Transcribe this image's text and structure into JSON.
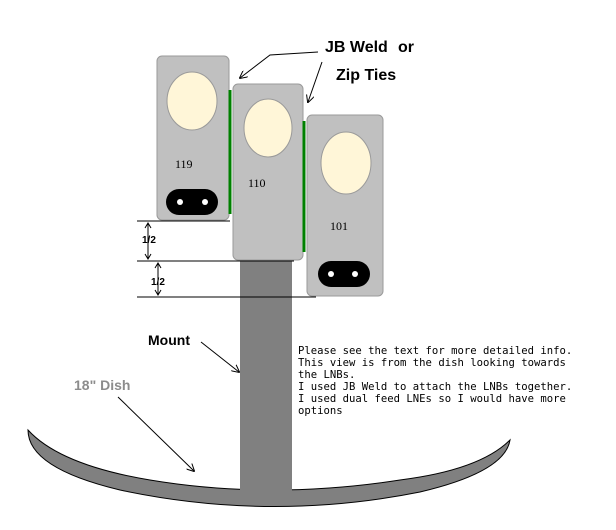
{
  "labels": {
    "jb_weld": "JB Weld",
    "or": "or",
    "zip_ties": "Zip Ties",
    "mount": "Mount",
    "dish": "18\" Dish",
    "half_upper": "1/2",
    "half_lower": "1/2"
  },
  "lnbs": [
    {
      "label": "119"
    },
    {
      "label": "110"
    },
    {
      "label": "101"
    }
  ],
  "note_lines": [
    "Please see the text for more detailed info.",
    "This view is from the dish looking towards",
    "the LNBs.",
    "I used JB Weld to attach the LNBs together.",
    "I used dual feed LNEs so I would have more",
    "options"
  ],
  "colors": {
    "lnb_body": "#c0c0c0",
    "lens": "#fff6d8",
    "mount": "#808080",
    "dish": "#808080",
    "weld": "#008000"
  }
}
